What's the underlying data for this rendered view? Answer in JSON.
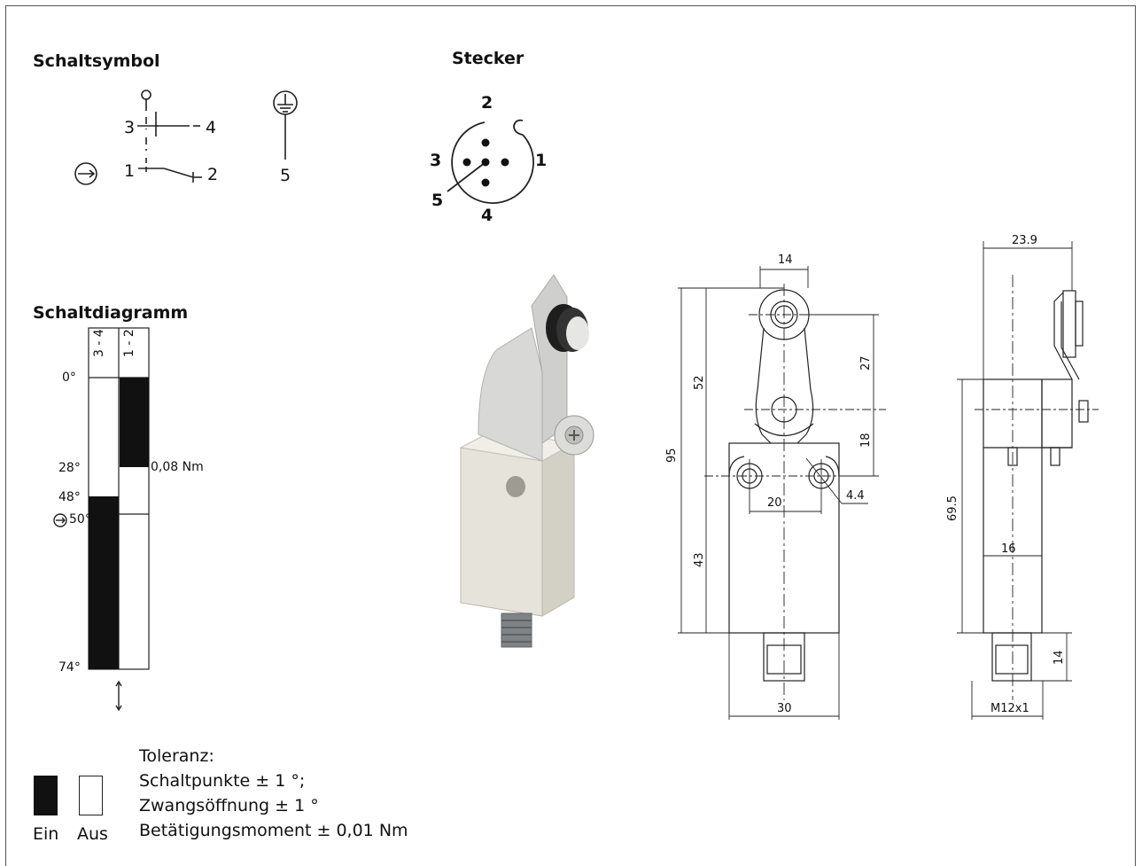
{
  "headings": {
    "schaltsymbol": "Schaltsymbol",
    "stecker": "Stecker",
    "schaltdiagramm": "Schaltdiagramm"
  },
  "symbol": {
    "t3": "3",
    "t4": "4",
    "t1": "1",
    "t2": "2",
    "t5": "5"
  },
  "connector": {
    "p1": "1",
    "p2": "2",
    "p3": "3",
    "p4": "4",
    "p5": "5"
  },
  "diagram": {
    "col_a": "3 - 4",
    "col_b": "1 - 2",
    "a0": "0°",
    "a28": "28°",
    "a48": "48°",
    "a50": "50°",
    "a74": "74°",
    "torque": "0,08 Nm",
    "positive_opening_icon": "positive-opening-icon"
  },
  "legend": {
    "on_label": "Ein",
    "off_label": "Aus",
    "tol_title": "Toleranz:",
    "tol_1": "Schaltpunkte ± 1 °;",
    "tol_2": "Zwangsöffnung ± 1 °",
    "tol_3": "Betätigungsmoment ± 0,01 Nm"
  },
  "dims_front": {
    "d14": "14",
    "d95": "95",
    "d52": "52",
    "d27": "27",
    "d18": "18",
    "d20": "20",
    "d44": "4.4",
    "d43": "43",
    "d30": "30"
  },
  "dims_side": {
    "d239": "23.9",
    "d695": "69.5",
    "d16": "16",
    "d14": "14",
    "dm12": "M12x1"
  },
  "colors": {
    "on": "#111111",
    "off": "#ffffff",
    "line": "#222222",
    "body": "#e8e6dc",
    "housing": "#d8d8d6"
  }
}
